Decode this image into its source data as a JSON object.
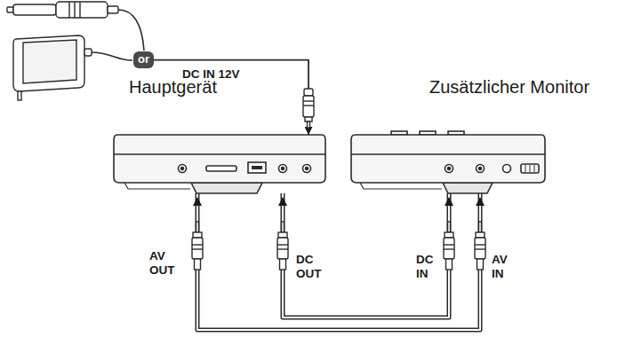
{
  "diagram": {
    "nodes": [
      {
        "text": [
          "or"
        ]
      },
      {
        "text": [
          "Hauptgerät"
        ]
      },
      {
        "text": [
          "Zusätzlicher Monitor"
        ]
      }
    ],
    "edges": [
      {
        "from": 0,
        "to": 1,
        "arrow": "to",
        "label": "DC IN 12V"
      },
      {
        "from": 1,
        "to": 2,
        "arrow": "none"
      },
      {
        "from": 1,
        "to": 2,
        "arrow": "none"
      }
    ],
    "labels": [
      "AV OUT",
      "DC OUT",
      "DC IN",
      "AV IN"
    ]
  }
}
